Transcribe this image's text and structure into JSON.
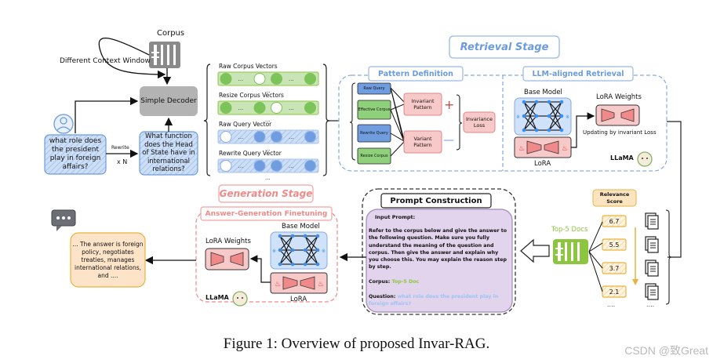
{
  "left_section": {
    "corpus_label": "Corpus",
    "context_window_label": "Different Context Window",
    "decoder_label": "Simple Decoder",
    "original_query": "what role does the president play in foreign affairs?",
    "rewrite_label": "Rewrite",
    "rewrite_times": "x N",
    "rewritten_query": "What function does the Head of State have in international relations?"
  },
  "vectors": {
    "rows": [
      {
        "label": "Raw Corpus Vectors",
        "color": "green",
        "pattern": [
          "filled",
          "dots",
          "empty",
          "filled",
          "dots",
          "filled"
        ]
      },
      {
        "label": "Resize Corpus Vectors",
        "color": "green",
        "pattern": [
          "filled",
          "dots",
          "filled",
          "empty",
          "dots",
          "filled"
        ]
      },
      {
        "label": "Raw Query Vector",
        "color": "blue",
        "pattern": [
          "empty",
          "dots",
          "filled",
          "filled",
          "dots",
          "filled"
        ]
      },
      {
        "label": "Rewrite Query Vector",
        "color": "blue",
        "pattern": [
          "empty",
          "dots",
          "filled",
          "filled",
          "dots",
          "filled"
        ]
      }
    ],
    "ellipsis": "..."
  },
  "retrieval_stage": {
    "title": "Retrieval Stage",
    "pattern_definition": {
      "title": "Pattern Definition",
      "inputs": [
        "Raw Query",
        "Effective Corpus",
        "Rewrite Query",
        "Resize Corpus"
      ],
      "invariant_pattern": "Invariant Pattern",
      "variant_pattern": "Variant Pattern",
      "plus": "+",
      "minus": "—",
      "loss": "Invariance Loss"
    },
    "llm_aligned": {
      "title": "LLM-aligned Retrieval",
      "base_model": "Base Model",
      "lora": "LoRA",
      "lora_weights": "LoRA Weights",
      "update_note": "Updating by invariant Loss",
      "llama": "LLaMA"
    }
  },
  "ranking": {
    "relevance_label": "Relevance Score",
    "scores": [
      "6.7",
      "5.5",
      "3.7",
      "2.1"
    ],
    "ellipsis": "....",
    "top_docs_label": "Top-5 Docs"
  },
  "prompt": {
    "title": "Prompt Construction",
    "input_label": "Input Prompt:",
    "body": "Refer to the corpus below and give the answer to the following question. Make sure you fully understand the meaning of the question and corpus. Then give the answer and explain why you choose this. You may explain the reason step by step.",
    "corpus_label": "Corpus:",
    "corpus_value": "Top-5 Doc",
    "question_label": "Question:",
    "question_value": "what role does the president play in foreign affairs?"
  },
  "generation_stage": {
    "title": "Generation Stage",
    "subtitle": "Answer-Generation Finetuning",
    "base_model": "Base Model",
    "lora": "LoRA",
    "lora_weights": "LoRA Weights",
    "llama": "LLaMA"
  },
  "answer": {
    "text": "... The answer is foreign policy, negotiates treaties, manages international relations, and ...."
  },
  "caption": "Figure 1: Overview of proposed Invar-RAG.",
  "watermark": "CSDN @致Great",
  "colors": {
    "blue_accent": "#6c9be0",
    "green_accent": "#8cc63f",
    "red_accent": "#f07c7c",
    "orange_accent": "#e8b340",
    "purple_fill": "#e3d5ec"
  }
}
